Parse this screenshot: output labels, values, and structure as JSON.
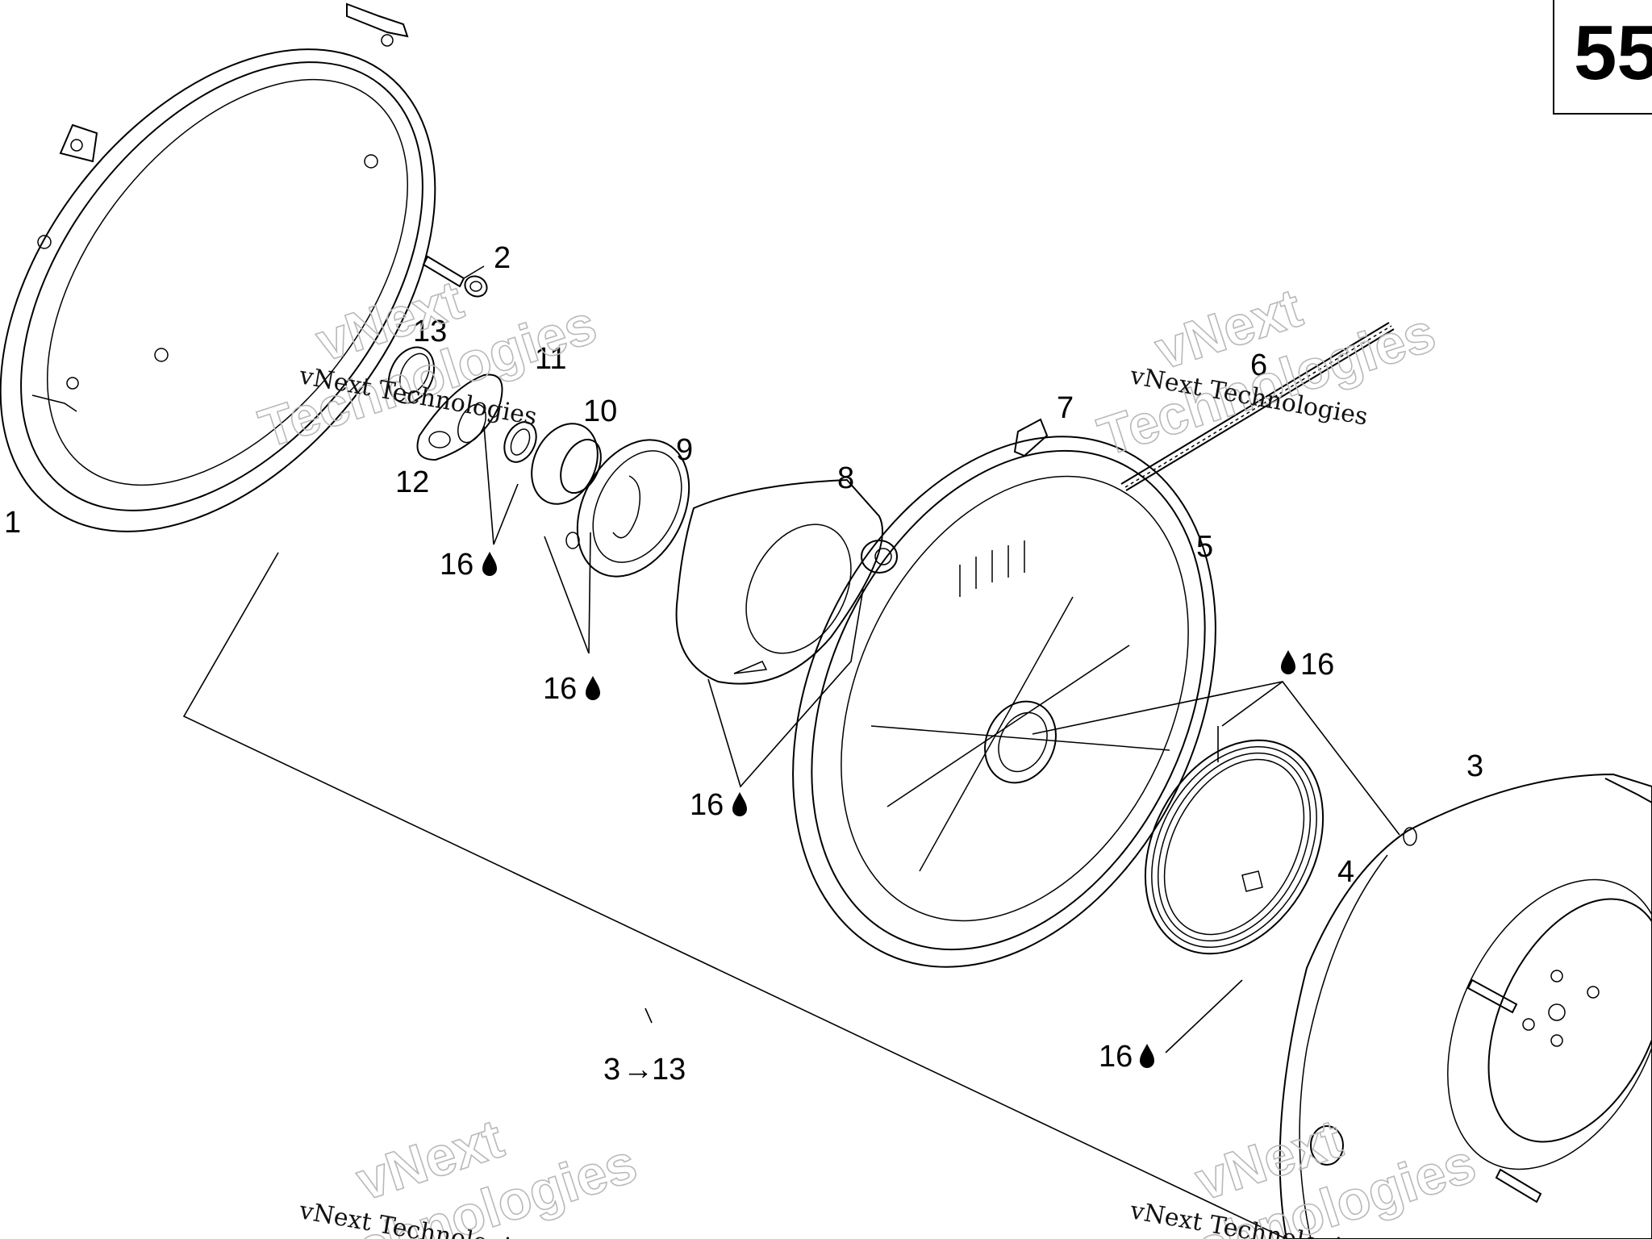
{
  "page_badge": {
    "number": "55"
  },
  "callouts": [
    {
      "id": "1",
      "label": "1"
    },
    {
      "id": "2",
      "label": "2"
    },
    {
      "id": "3",
      "label": "3"
    },
    {
      "id": "4",
      "label": "4"
    },
    {
      "id": "5",
      "label": "5"
    },
    {
      "id": "6",
      "label": "6"
    },
    {
      "id": "7",
      "label": "7"
    },
    {
      "id": "8",
      "label": "8"
    },
    {
      "id": "9",
      "label": "9"
    },
    {
      "id": "10",
      "label": "10"
    },
    {
      "id": "11",
      "label": "11"
    },
    {
      "id": "12",
      "label": "12"
    },
    {
      "id": "13",
      "label": "13"
    }
  ],
  "lubrication_notes": [
    {
      "label": "16",
      "icon": "oil-drop-icon"
    },
    {
      "label": "16",
      "icon": "oil-drop-icon"
    },
    {
      "label": "16",
      "icon": "oil-drop-icon"
    },
    {
      "label": "16",
      "icon": "oil-drop-icon"
    },
    {
      "label": "16",
      "icon": "oil-drop-icon"
    }
  ],
  "assembly_range": {
    "from": "3",
    "arrow": "→",
    "to": "13"
  },
  "watermarks": [
    {
      "serif": "vNext Technologies",
      "outline_1": "vNext",
      "outline_2": "Technologies"
    },
    {
      "serif": "vNext Technologies",
      "outline_1": "vNext",
      "outline_2": "Technologies"
    },
    {
      "serif": "vNext Technologies",
      "outline_1": "vNext",
      "outline_2": "Technologies"
    },
    {
      "serif": "vNext Technologies",
      "outline_1": "vNext",
      "outline_2": "Technologies"
    }
  ]
}
